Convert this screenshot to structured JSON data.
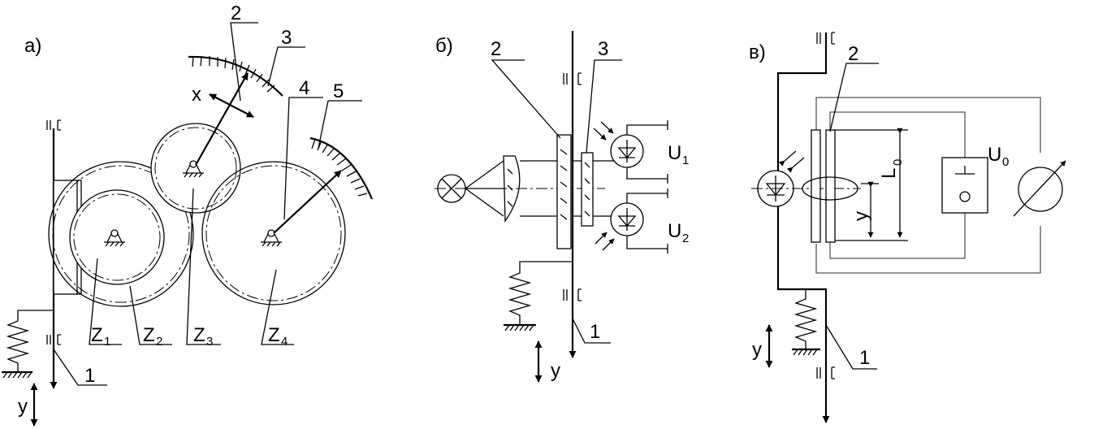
{
  "panel_a": {
    "title": "а)",
    "callouts": [
      "1",
      "2",
      "3",
      "4",
      "5"
    ],
    "axis_x": "x",
    "axis_y": "y",
    "gears": [
      {
        "letter": "Z",
        "sub": "1"
      },
      {
        "letter": "Z",
        "sub": "2"
      },
      {
        "letter": "Z",
        "sub": "3"
      },
      {
        "letter": "Z",
        "sub": "4"
      }
    ]
  },
  "panel_b": {
    "title": "б)",
    "callouts": [
      "1",
      "2",
      "3"
    ],
    "axis_y": "y",
    "voltages": [
      {
        "letter": "U",
        "sub": "1"
      },
      {
        "letter": "U",
        "sub": "2"
      }
    ]
  },
  "panel_v": {
    "title": "в)",
    "callouts": [
      "1",
      "2"
    ],
    "axis_y": "y",
    "length": {
      "letter": "L",
      "sub": "0"
    },
    "voltage": {
      "letter": "U",
      "sub": "0"
    }
  },
  "colors": {
    "ink": "#000000",
    "grey_wire": "#555555",
    "background": "#ffffff"
  }
}
